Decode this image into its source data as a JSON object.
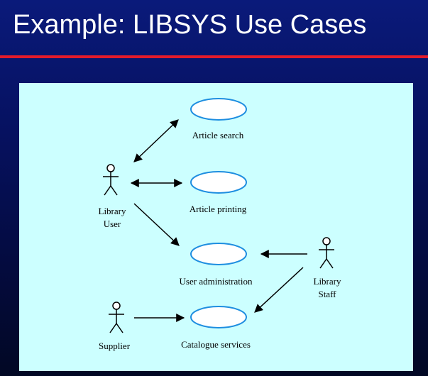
{
  "slide": {
    "title": "Example: LIBSYS Use Cases"
  },
  "colors": {
    "background": "#061160",
    "title_text": "#ffffff",
    "title_rule": "#e31b2b",
    "diagram_background": "#ccffff",
    "use_case_fill": "#ffffff",
    "use_case_stroke": "#1e8ee0"
  },
  "diagram": {
    "actors": {
      "library_user": [
        "Library",
        "User"
      ],
      "library_staff": [
        "Library",
        "Staff"
      ],
      "supplier": [
        "Supplier"
      ]
    },
    "use_cases": {
      "article_search": "Article search",
      "article_printing": "Article printing",
      "user_administration": "User administration",
      "catalogue_services": "Catalogue services"
    }
  }
}
